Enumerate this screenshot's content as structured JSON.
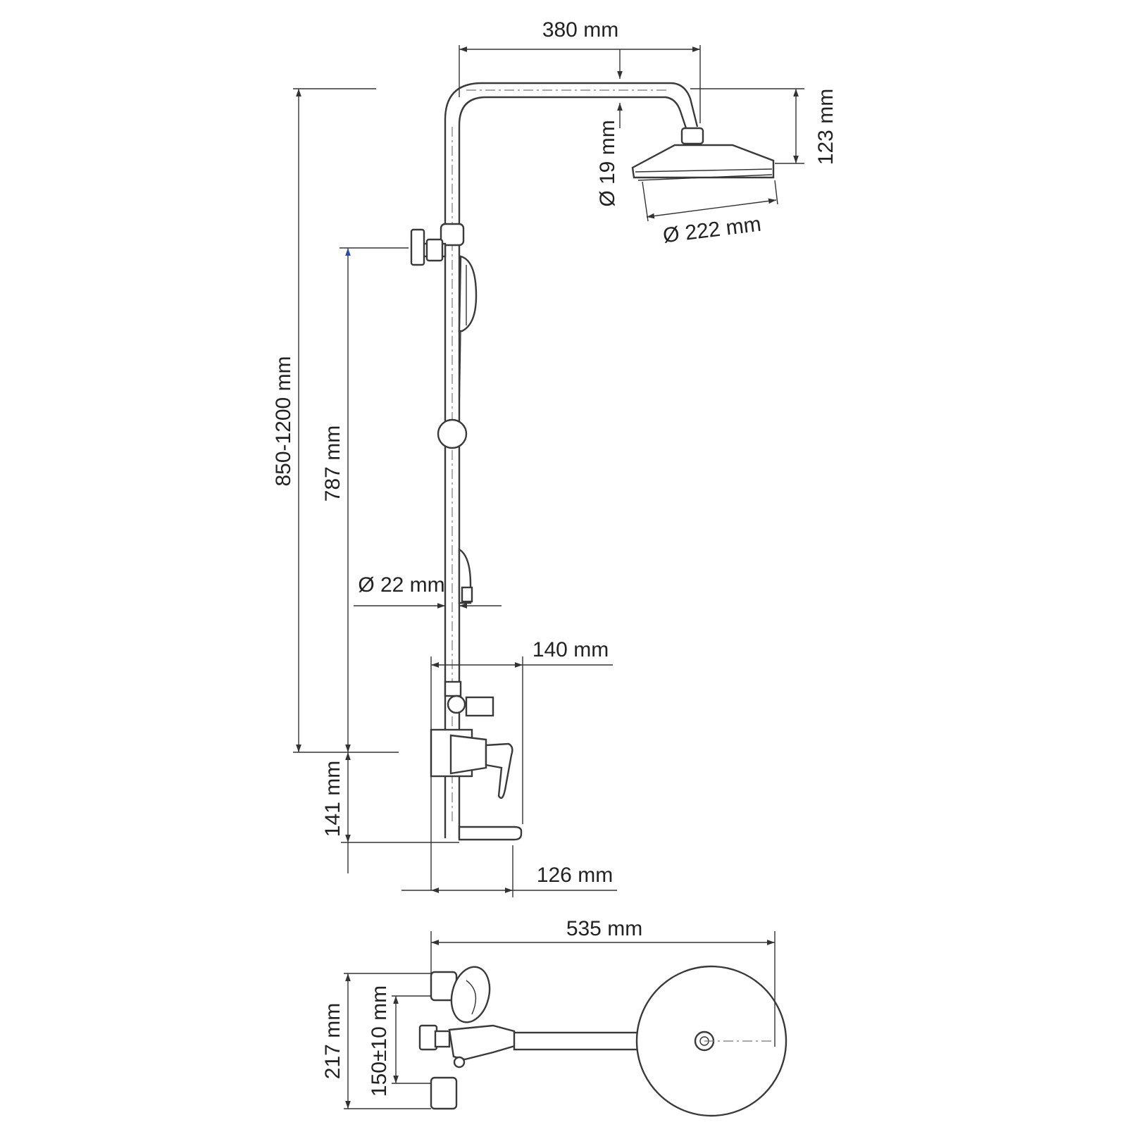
{
  "drawing": {
    "line_color": "#333333",
    "arrow_color_blue": "#2b4f9e",
    "dimensions": {
      "width_arm": "380 mm",
      "head_offset": "123 mm",
      "arm_diameter": "Ø 19 mm",
      "head_diameter": "Ø 222 mm",
      "height_range": "850-1200 mm",
      "bar_height": "787 mm",
      "bar_diameter": "Ø 22 mm",
      "mixer_depth": "140 mm",
      "mixer_height": "141 mm",
      "spout_depth": "126 mm",
      "total_depth": "535 mm",
      "plan_width": "217 mm",
      "inlet_spacing": "150±10 mm"
    }
  }
}
